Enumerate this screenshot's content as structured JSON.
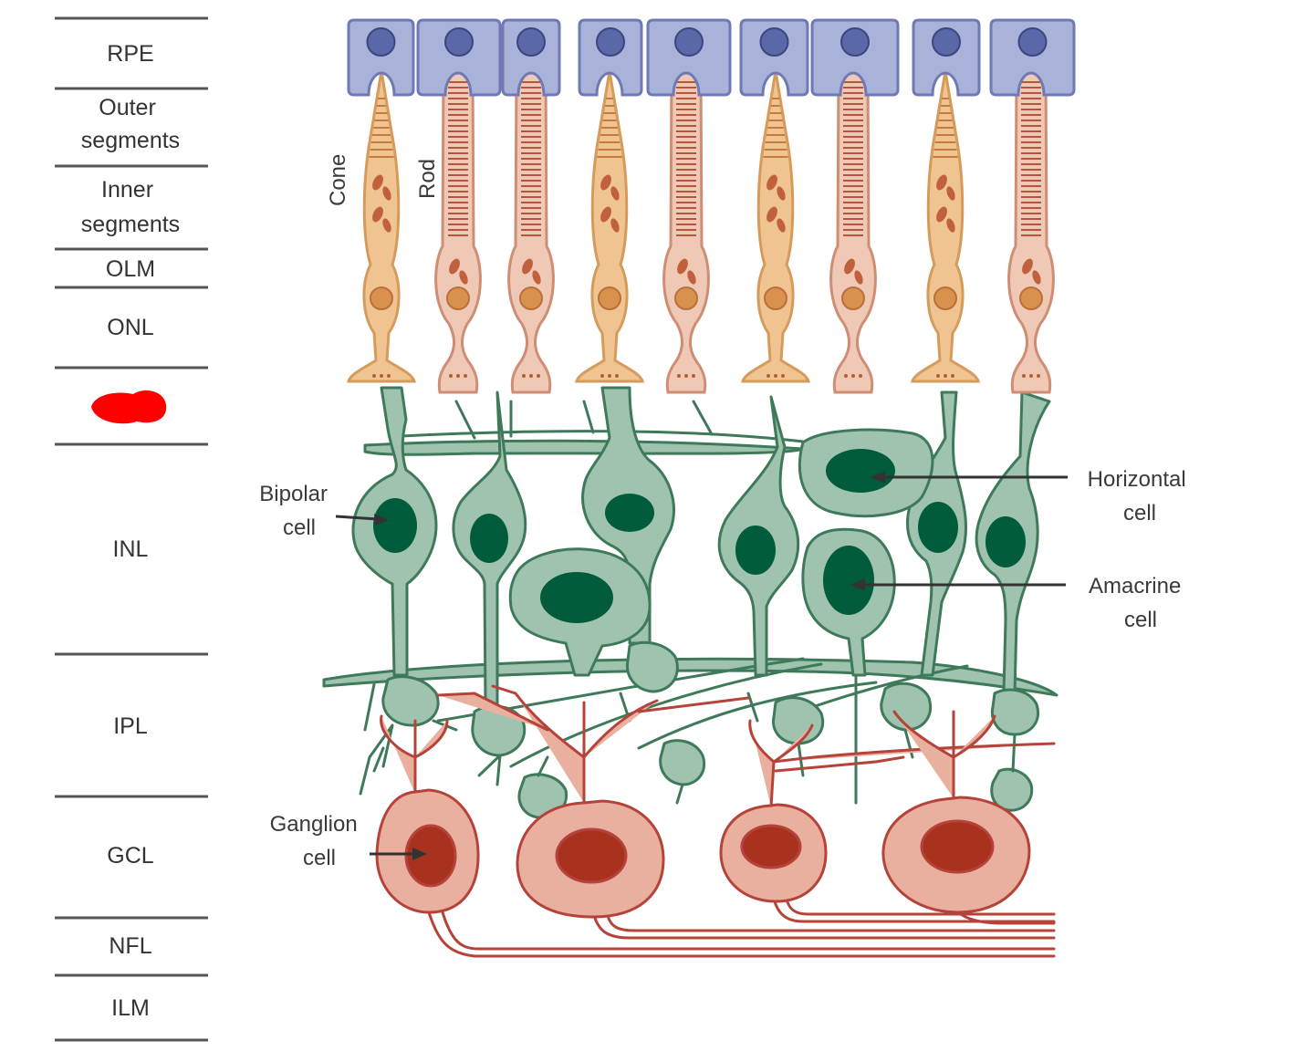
{
  "layers": [
    {
      "label": [
        "RPE"
      ]
    },
    {
      "label": [
        "Outer",
        "segments"
      ]
    },
    {
      "label": [
        "Inner",
        "segments"
      ]
    },
    {
      "label": [
        "OLM"
      ]
    },
    {
      "label": [
        "ONL"
      ]
    },
    {
      "label": [],
      "redacted": true
    },
    {
      "label": [
        "INL"
      ]
    },
    {
      "label": [
        "IPL"
      ]
    },
    {
      "label": [
        "GCL"
      ]
    },
    {
      "label": [
        "NFL"
      ]
    },
    {
      "label": [
        "ILM"
      ]
    }
  ],
  "cell_labels": {
    "cone": "Cone",
    "rod": "Rod",
    "bipolar": [
      "Bipolar",
      "cell"
    ],
    "horizontal": [
      "Horizontal",
      "cell"
    ],
    "amacrine": [
      "Amacrine",
      "cell"
    ],
    "ganglion": [
      "Ganglion",
      "cell"
    ]
  },
  "photoreceptors": [
    "cone",
    "rod",
    "rod",
    "cone",
    "rod",
    "cone",
    "rod",
    "cone",
    "rod"
  ],
  "colors": {
    "rpe": "#a9b2d8",
    "rpe_nucleus": "#5a67a8",
    "cone": "#efc490",
    "rod": "#f0c9b6",
    "bipolar": "#9fc3ae",
    "bipolar_nucleus": "#005c3a",
    "ganglion": "#e9b0a0",
    "ganglion_nucleus": "#a8321e",
    "redaction": "#ff0000"
  }
}
